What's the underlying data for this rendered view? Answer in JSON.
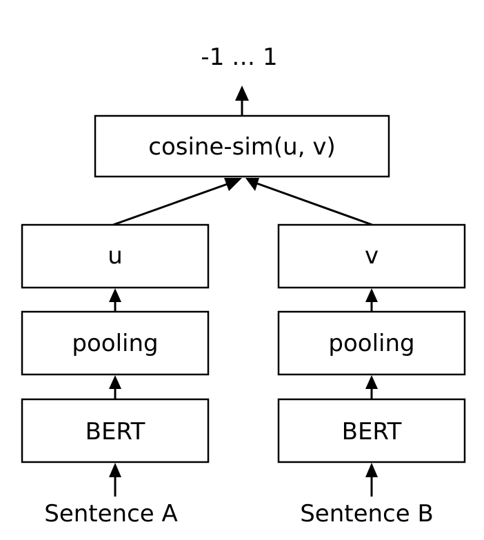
{
  "output_range": "-1 … 1",
  "similarity_box": "cosine-sim(u, v)",
  "left_branch": {
    "embedding": "u",
    "pooling": "pooling",
    "encoder": "BERT",
    "input": "Sentence A"
  },
  "right_branch": {
    "embedding": "v",
    "pooling": "pooling",
    "encoder": "BERT",
    "input": "Sentence B"
  }
}
